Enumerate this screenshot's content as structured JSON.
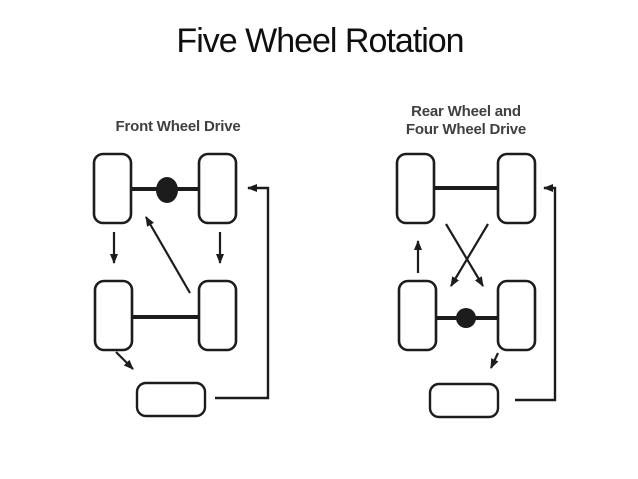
{
  "title": {
    "text": "Five Wheel Rotation"
  },
  "diagrams": {
    "front": {
      "label": "Front Wheel Drive"
    },
    "rear": {
      "label_line1": "Rear Wheel and",
      "label_line2": "Four Wheel Drive"
    }
  },
  "colors": {
    "background": "#ffffff",
    "line": "#1c1c1c",
    "label": "#404040",
    "title": "#0f0f0f"
  }
}
